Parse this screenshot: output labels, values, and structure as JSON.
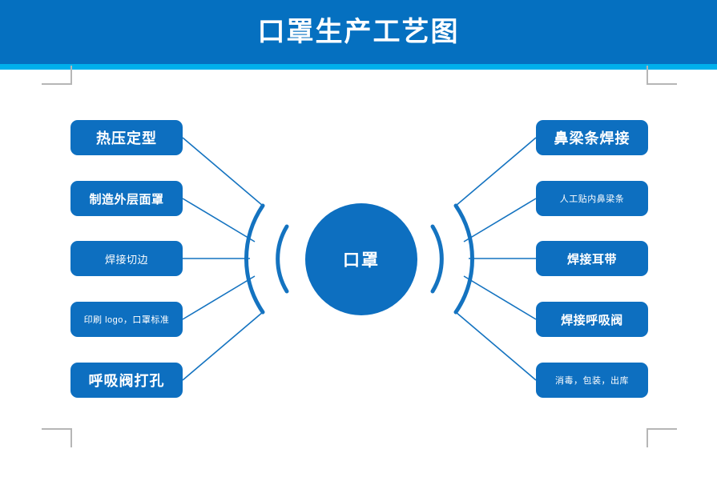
{
  "header": {
    "title": "口罩生产工艺图",
    "bar_color": "#0570c0",
    "accent_color": "#00b0ec",
    "title_color": "#ffffff"
  },
  "diagram": {
    "center": {
      "label": "口罩",
      "color": "#0d6fc0",
      "text_color": "#ffffff"
    },
    "node_color": "#0d6fc0",
    "connector_color": "#1473c0",
    "bracket_color": "#b6b6b6",
    "left_nodes": [
      {
        "label": "热压定型"
      },
      {
        "label": "制造外层面罩"
      },
      {
        "label": "焊接切边"
      },
      {
        "label": "印刷 logo，口罩标准"
      },
      {
        "label": "呼吸阀打孔"
      }
    ],
    "right_nodes": [
      {
        "label": "鼻梁条焊接"
      },
      {
        "label": "人工贴内鼻梁条"
      },
      {
        "label": "焊接耳带"
      },
      {
        "label": "焊接呼吸阀"
      },
      {
        "label": "消毒，包装，出库"
      }
    ]
  }
}
